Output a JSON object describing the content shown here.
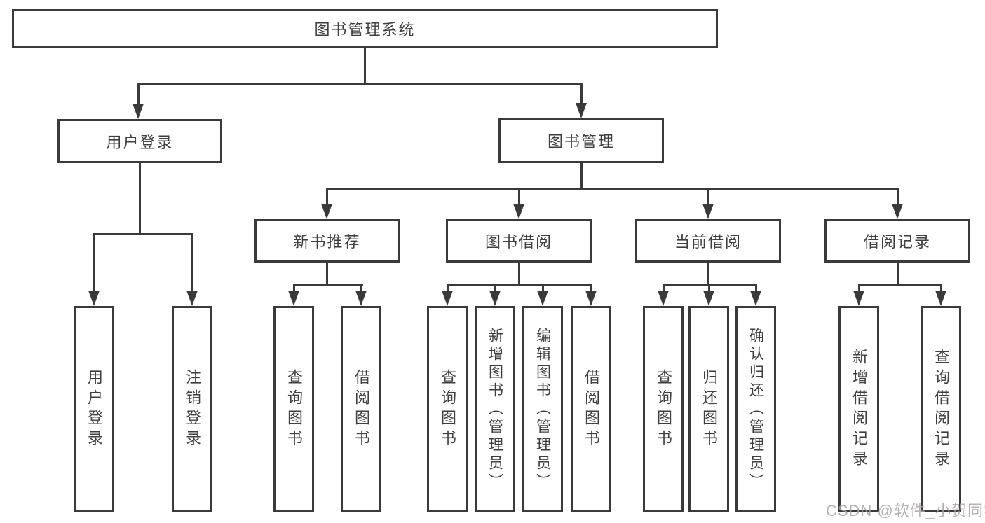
{
  "diagram_colors": {
    "line": "#3a3a3a",
    "box_border": "#3a3a3a",
    "text": "#3f3f3f",
    "watermark": "#aaa4a4"
  },
  "tree": {
    "root": "图书管理系统",
    "branches": [
      {
        "label": "用户登录",
        "children": [
          "用户登录",
          "注销登录"
        ]
      },
      {
        "label": "图书管理",
        "children": [
          {
            "label": "新书推荐",
            "children": [
              "查询图书",
              "借阅图书"
            ]
          },
          {
            "label": "图书借阅",
            "children": [
              "查询图书",
              "新增图书（管理员）",
              "编辑图书（管理员）",
              "借阅图书"
            ]
          },
          {
            "label": "当前借阅",
            "children": [
              "查询图书",
              "归还图书",
              "确认归还（管理员）"
            ]
          },
          {
            "label": "借阅记录",
            "children": [
              "新增借阅记录",
              "查询借阅记录"
            ]
          }
        ]
      }
    ]
  },
  "watermark": {
    "text": "CSDN @软件_小贺同学"
  }
}
